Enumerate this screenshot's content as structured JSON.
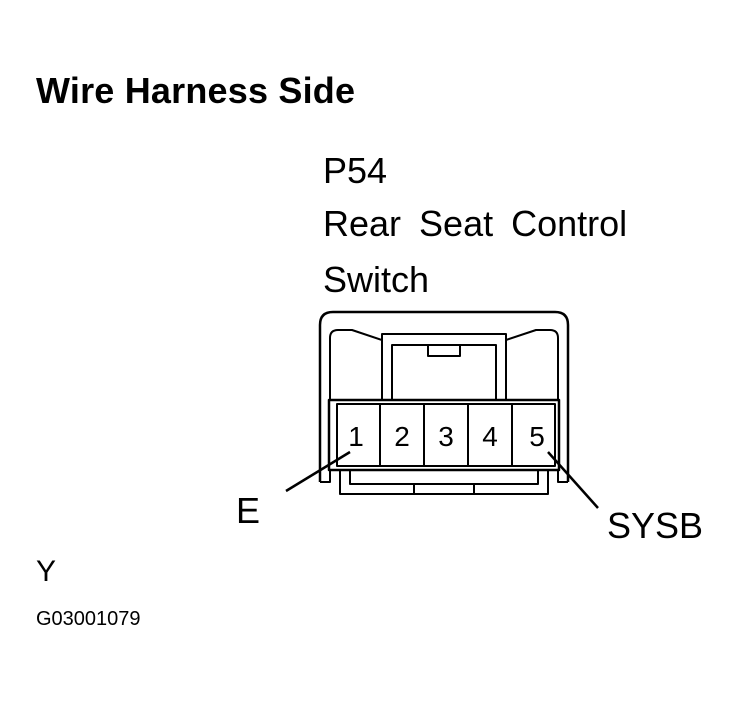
{
  "title": "Wire Harness Side",
  "connector": {
    "code": "P54",
    "name_line1": "Rear Seat Control",
    "name_line2": "Switch",
    "pins": [
      "1",
      "2",
      "3",
      "4",
      "5"
    ]
  },
  "terminals": {
    "pin1_label": "E",
    "pin5_label": "SYSB"
  },
  "connector_color": "Y",
  "figure_code": "G03001079"
}
